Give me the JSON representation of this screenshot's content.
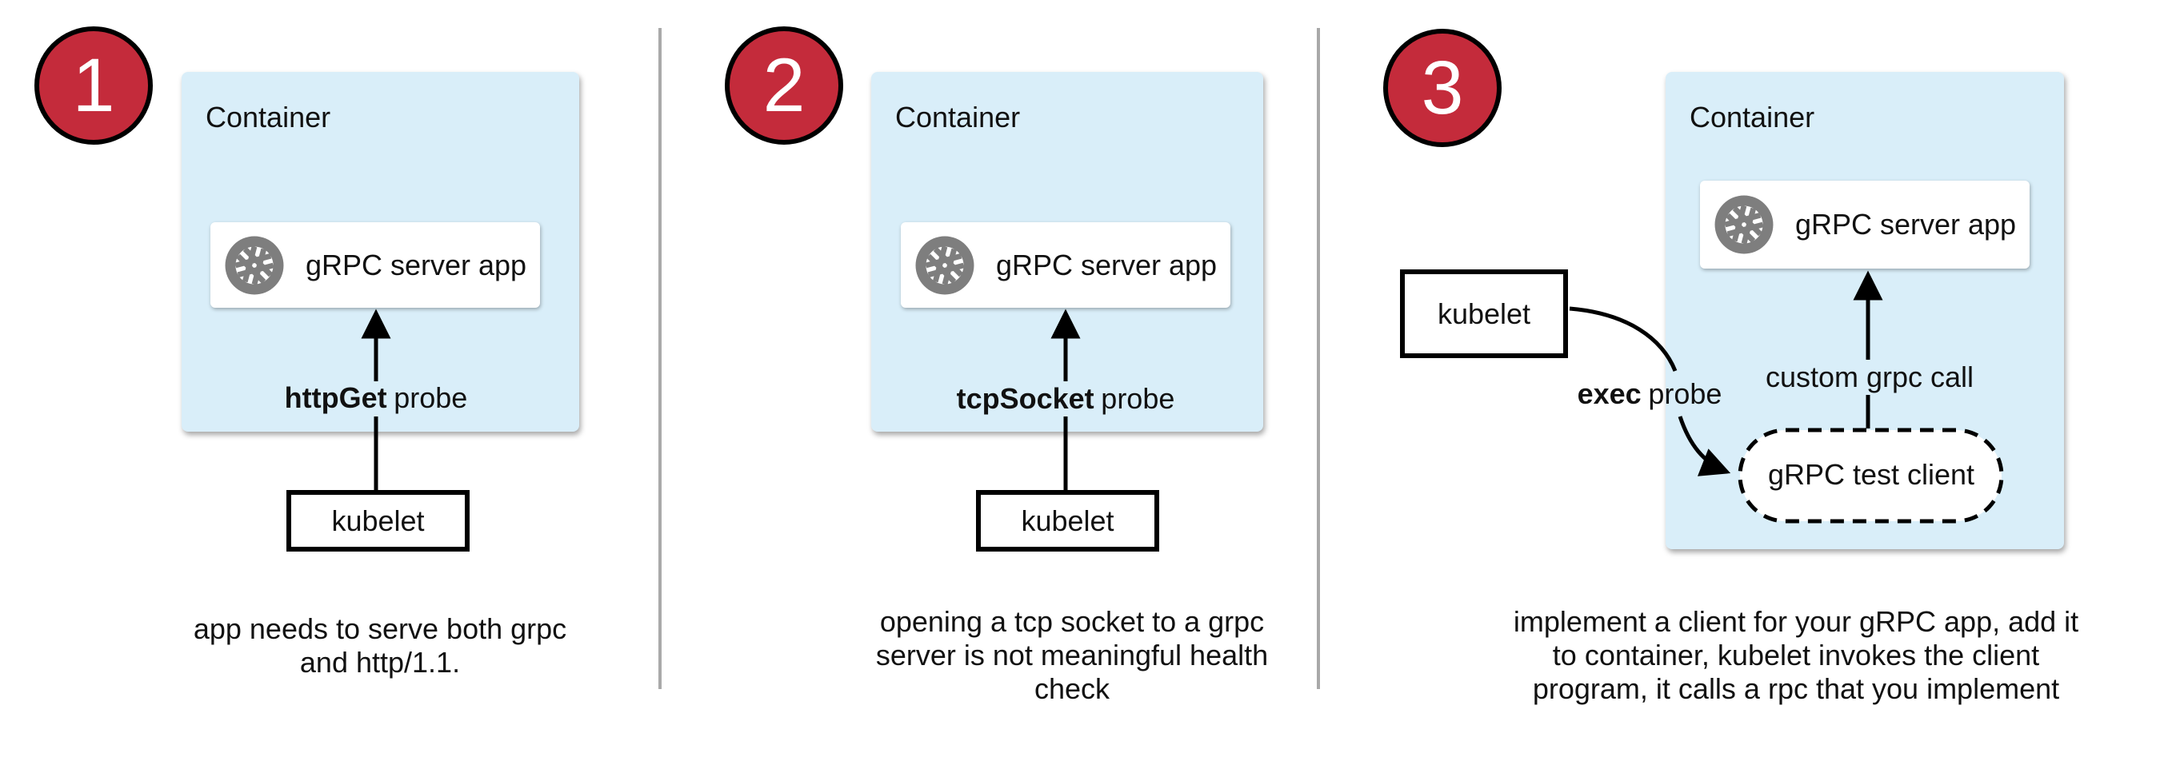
{
  "colors": {
    "step_badge_red": "#C42B3B",
    "container_blue": "#D9EEF9",
    "icon_gray": "#7E7E7E",
    "divider_gray": "#A9A9A9",
    "arrow_black": "#000000"
  },
  "panels": [
    {
      "step": "1",
      "container_label": "Container",
      "app_label": "gRPC server app",
      "app_icon": "aperture-icon",
      "probe_label_bold": "httpGet",
      "probe_label_rest": "probe",
      "kubelet_label": "kubelet",
      "caption_line1": "app needs to serve both grpc",
      "caption_line2": "and http/1.1."
    },
    {
      "step": "2",
      "container_label": "Container",
      "app_label": "gRPC server app",
      "app_icon": "aperture-icon",
      "probe_label_bold": "tcpSocket",
      "probe_label_rest": "probe",
      "kubelet_label": "kubelet",
      "caption_line1": "opening a tcp socket to a grpc",
      "caption_line2": "server is not meaningful health",
      "caption_line3": "check"
    },
    {
      "step": "3",
      "container_label": "Container",
      "app_label": "gRPC server app",
      "app_icon": "aperture-icon",
      "probe_label_bold": "exec",
      "probe_label_rest": "probe",
      "kubelet_label": "kubelet",
      "grpc_call_label": "custom grpc call",
      "test_client_label": "gRPC test client",
      "caption_line1": "implement a client for your gRPC app, add it",
      "caption_line2": "to container, kubelet invokes the client",
      "caption_line3": "program, it calls a rpc that you implement"
    }
  ]
}
